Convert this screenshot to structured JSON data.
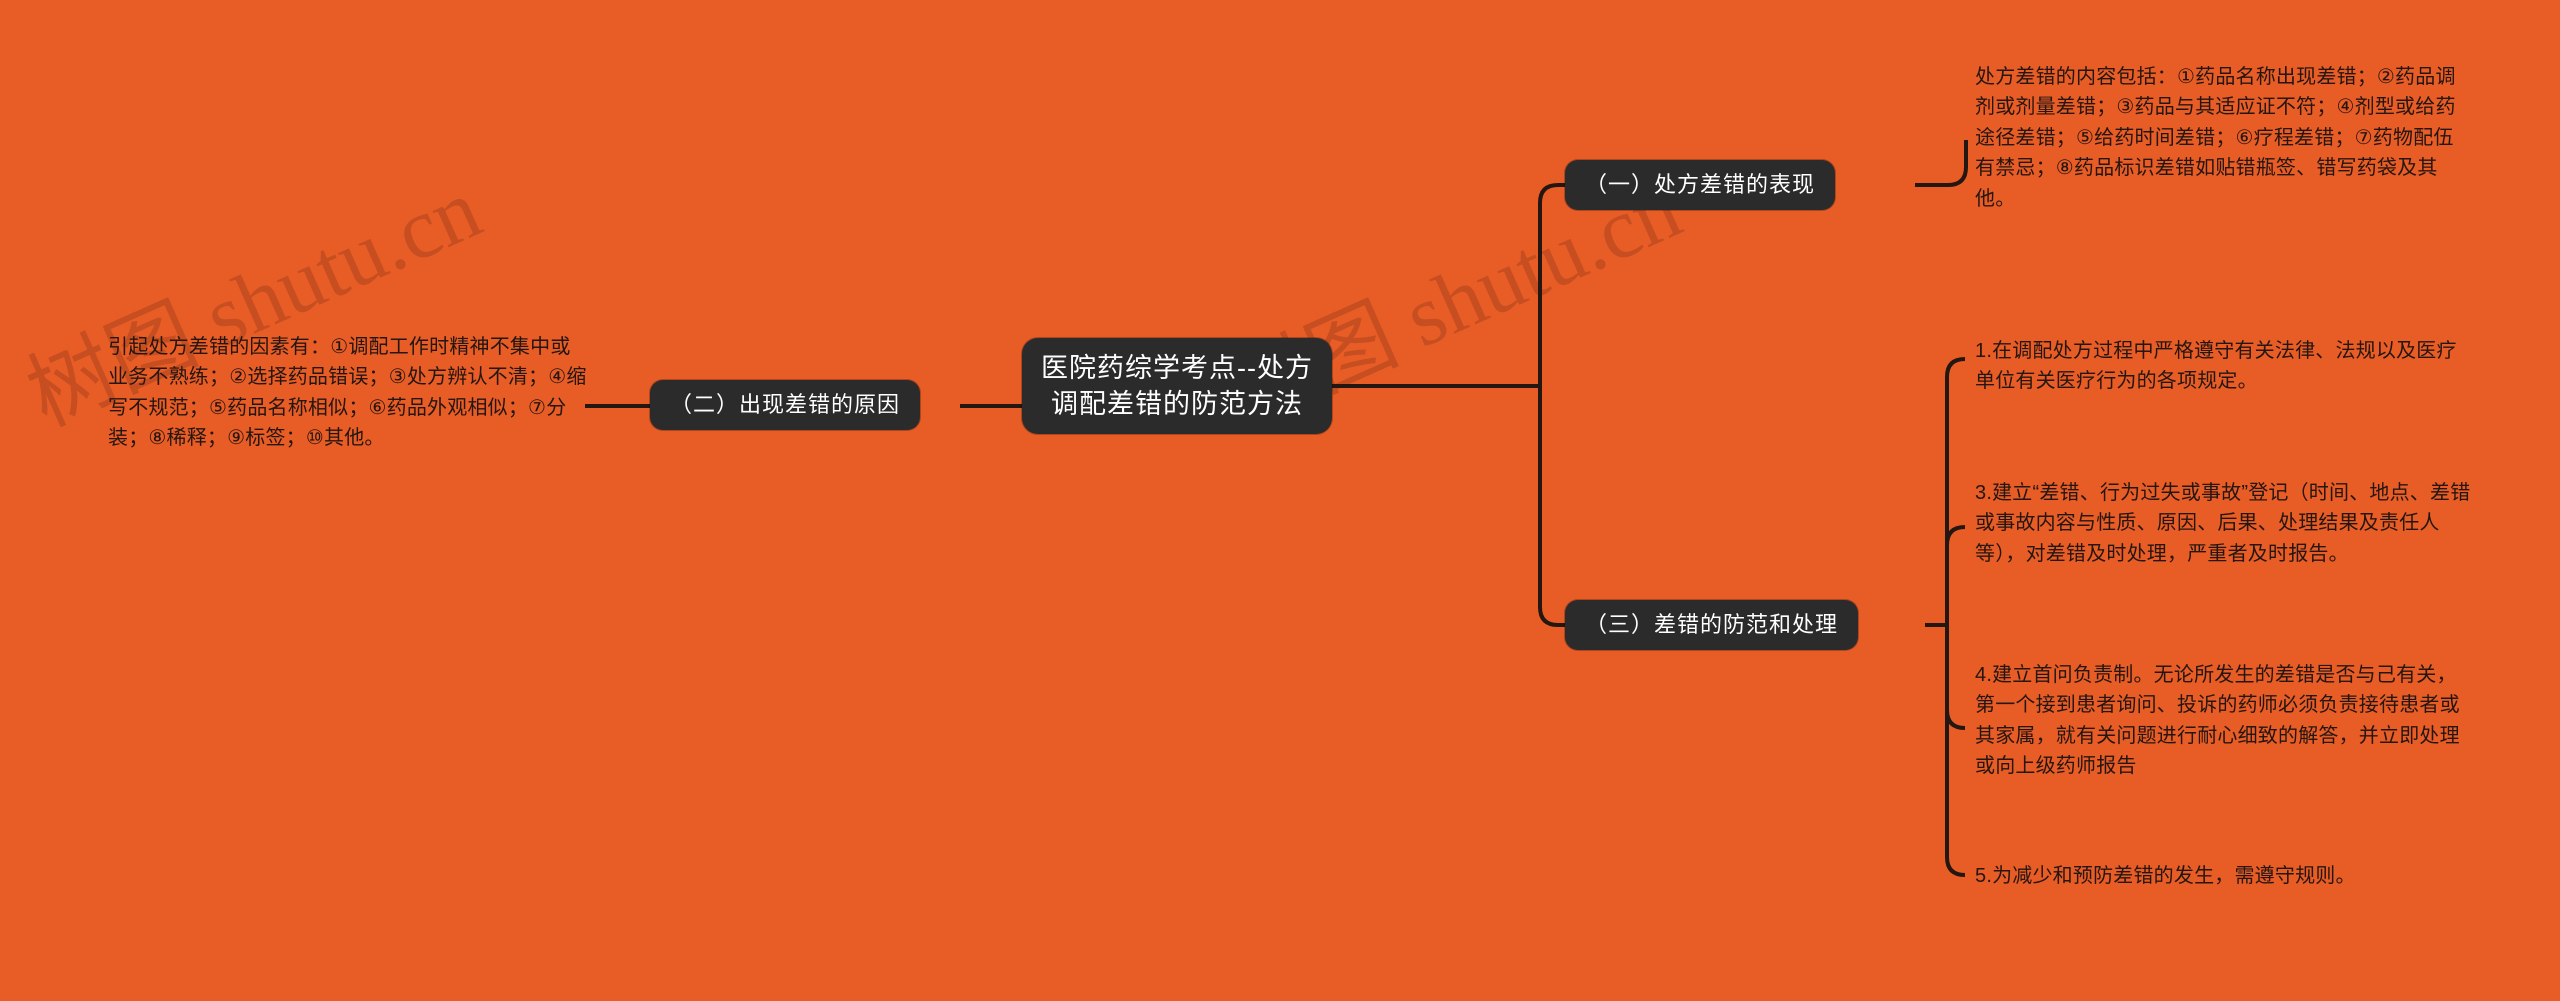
{
  "canvas": {
    "background_color": "#E85C26",
    "node_color": "#2b2b2b",
    "node_text_color": "#ffffff",
    "text_color": "#241611",
    "connector_color": "#241611"
  },
  "watermark": {
    "left": "树图 shutu.cn",
    "right": "树图 shutu.cn"
  },
  "root": {
    "label": "医院药综学考点--处方调配差错的防范方法"
  },
  "branches": [
    {
      "id": "b1",
      "label": "（一）处方差错的表现",
      "notes": [
        "处方差错的内容包括：①药品名称出现差错；②药品调剂或剂量差错；③药品与其适应证不符；④剂型或给药途径差错；⑤给药时间差错；⑥疗程差错；⑦药物配伍有禁忌；⑧药品标识差错如贴错瓶签、错写药袋及其他。"
      ]
    },
    {
      "id": "b2",
      "label": "（二）出现差错的原因",
      "notes": [
        "引起处方差错的因素有：①调配工作时精神不集中或业务不熟练；②选择药品错误；③处方辨认不清；④缩写不规范；⑤药品名称相似；⑥药品外观相似；⑦分装；⑧稀释；⑨标签；⑩其他。"
      ]
    },
    {
      "id": "b3",
      "label": "（三）差错的防范和处理",
      "notes": [
        "1.在调配处方过程中严格遵守有关法律、法规以及医疗单位有关医疗行为的各项规定。",
        "3.建立“差错、行为过失或事故”登记（时间、地点、差错或事故内容与性质、原因、后果、处理结果及责任人等），对差错及时处理，严重者及时报告。",
        "4.建立首问负责制。无论所发生的差错是否与己有关，第一个接到患者询问、投诉的药师必须负责接待患者或其家属，就有关问题进行耐心细致的解答，并立即处理或向上级药师报告",
        "5.为减少和预防差错的发生，需遵守规则。"
      ]
    }
  ]
}
